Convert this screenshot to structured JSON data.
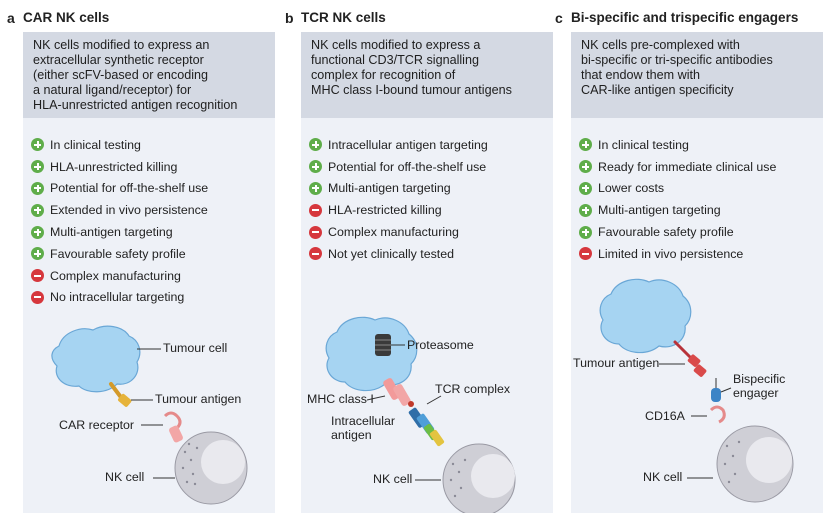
{
  "panels": [
    {
      "letter": "a",
      "title": "CAR NK cells",
      "description": [
        "NK cells modified to express an",
        "extracellular synthetic receptor",
        "(either scFV-based or encoding",
        "a natural ligand/receptor) for",
        "HLA-unrestricted antigen recognition"
      ],
      "items": [
        {
          "type": "pro",
          "text": "In clinical testing"
        },
        {
          "type": "pro",
          "text": "HLA-unrestricted killing"
        },
        {
          "type": "pro",
          "text": "Potential for off-the-shelf use"
        },
        {
          "type": "pro",
          "text": "Extended in vivo persistence"
        },
        {
          "type": "pro",
          "text": "Multi-antigen targeting"
        },
        {
          "type": "pro",
          "text": "Favourable safety profile"
        },
        {
          "type": "con",
          "text": "Complex manufacturing"
        },
        {
          "type": "con",
          "text": "No intracellular targeting"
        }
      ],
      "labels": {
        "tumour_cell": "Tumour cell",
        "tumour_antigen": "Tumour antigen",
        "car_receptor": "CAR receptor",
        "nk_cell": "NK cell"
      }
    },
    {
      "letter": "b",
      "title": "TCR NK cells",
      "description": [
        "NK cells modified to express a",
        "functional CD3/TCR signalling",
        "complex for  recognition of",
        "MHC class I-bound tumour antigens"
      ],
      "items": [
        {
          "type": "pro",
          "text": "Intracellular antigen targeting"
        },
        {
          "type": "pro",
          "text": "Potential for off-the-shelf use"
        },
        {
          "type": "pro",
          "text": "Multi-antigen targeting"
        },
        {
          "type": "con",
          "text": "HLA-restricted killing"
        },
        {
          "type": "con",
          "text": "Complex manufacturing"
        },
        {
          "type": "con",
          "text": "Not yet clinically tested"
        }
      ],
      "labels": {
        "proteasome": "Proteasome",
        "mhc": "MHC class I",
        "tcr_complex": "TCR complex",
        "intracellular_antigen": [
          "Intracellular",
          "antigen"
        ],
        "nk_cell": "NK cell"
      }
    },
    {
      "letter": "c",
      "title": "Bi-specific and trispecific engagers",
      "description": [
        "NK cells pre-complexed with",
        "bi-specific or tri-specific antibodies",
        "that endow them with",
        "CAR-like antigen specificity"
      ],
      "items": [
        {
          "type": "pro",
          "text": "In clinical testing"
        },
        {
          "type": "pro",
          "text": "Ready for immediate clinical use"
        },
        {
          "type": "pro",
          "text": "Lower costs"
        },
        {
          "type": "pro",
          "text": "Multi-antigen targeting"
        },
        {
          "type": "pro",
          "text": "Favourable safety profile"
        },
        {
          "type": "con",
          "text": "Limited in vivo persistence"
        }
      ],
      "labels": {
        "tumour_antigen": "Tumour antigen",
        "bispecific_engager": [
          "Bispecific",
          "engager"
        ],
        "cd16a": "CD16A",
        "nk_cell": "NK cell"
      }
    }
  ],
  "colors": {
    "pro": "#5fad4a",
    "con": "#d6373d",
    "tumour_cell": "#9fd0f0",
    "nk_cell": "#cfcfd4",
    "description_bg": "#d4d9e3",
    "panel_bg": "#eef1f7"
  }
}
